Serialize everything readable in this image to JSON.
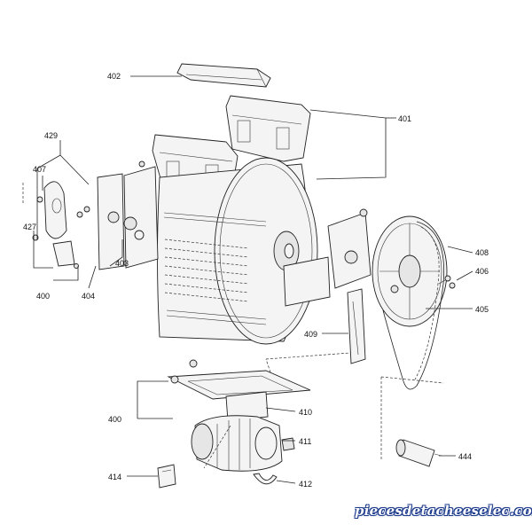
{
  "diagram": {
    "labels": {
      "l402": "402",
      "l401": "401",
      "l429": "429",
      "l407": "407",
      "l427": "427",
      "l400a": "400",
      "l404": "404",
      "l403": "403",
      "l408": "408",
      "l406": "406",
      "l405": "405",
      "l409": "409",
      "l400b": "400",
      "l410": "410",
      "l411": "411",
      "l444": "444",
      "l414": "414",
      "l412": "412"
    }
  },
  "watermark": {
    "text": "piecesdetacheeselec.com",
    "color": "#1e3c8c"
  }
}
